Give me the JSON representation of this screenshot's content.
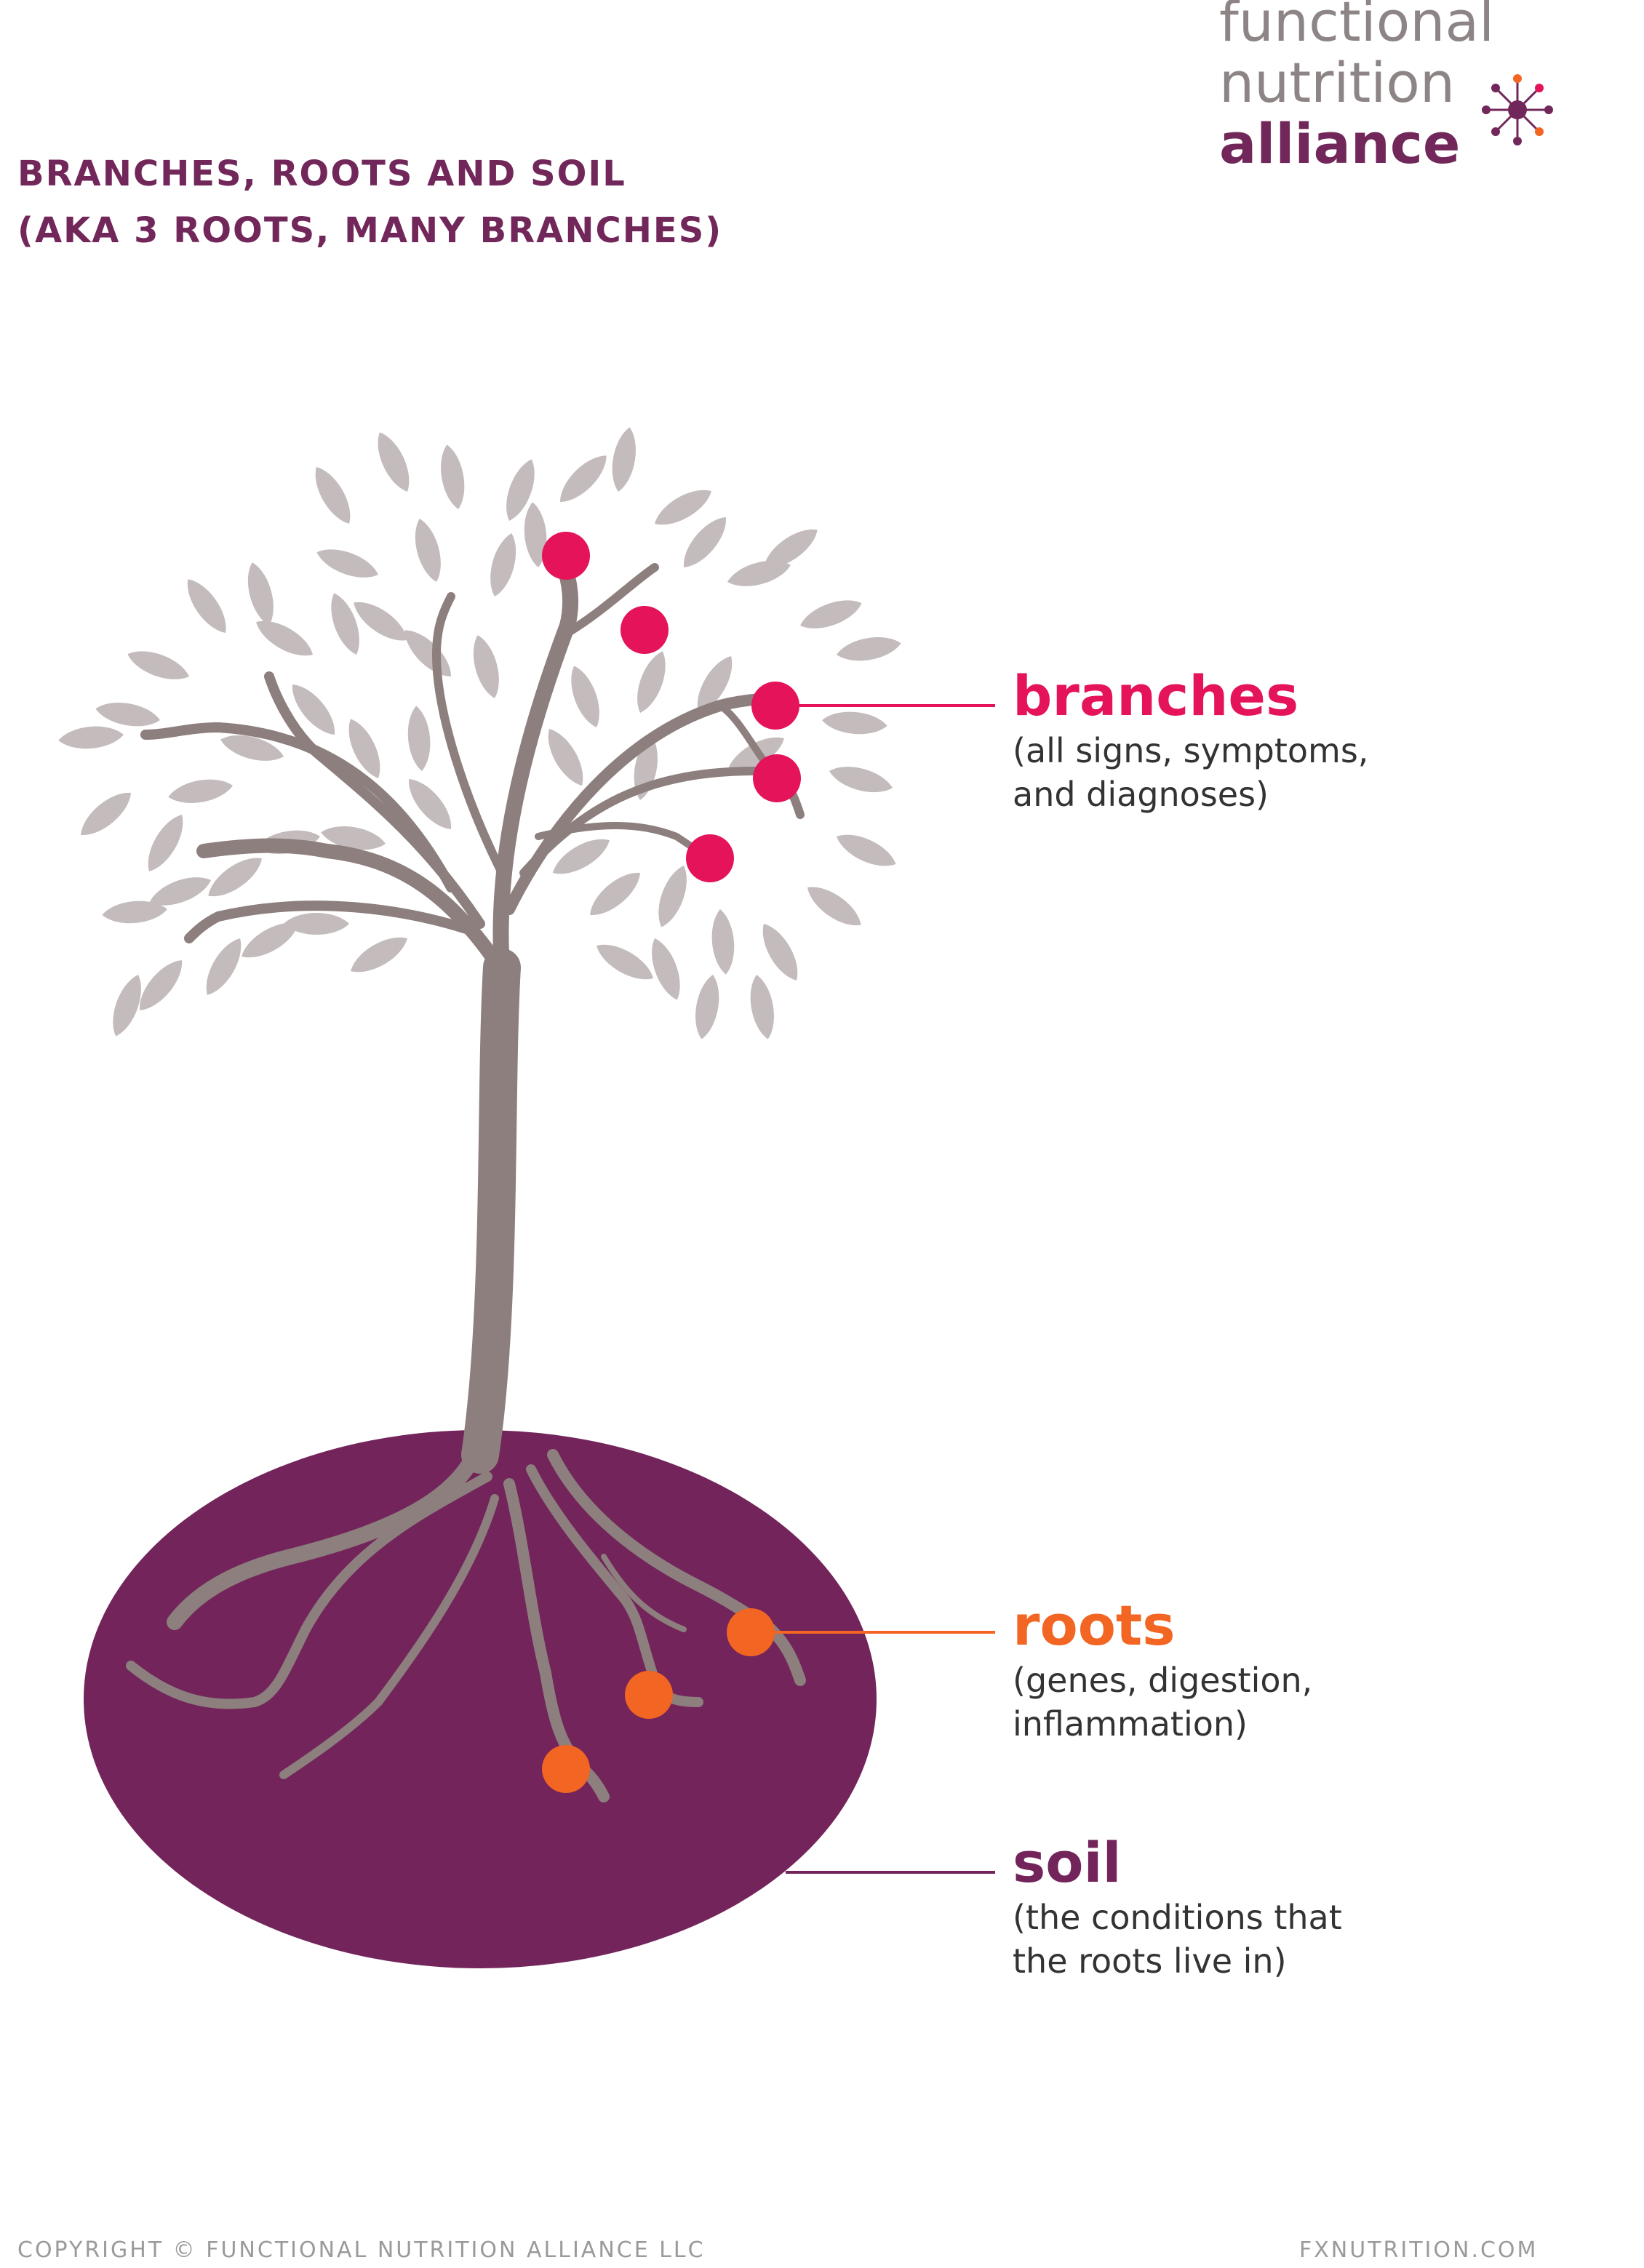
{
  "header": {
    "title_line1": "BRANCHES, ROOTS AND SOIL",
    "title_line2": "(AKA 3 ROOTS, MANY BRANCHES)"
  },
  "logo": {
    "line1": "functional",
    "line2": "nutrition",
    "line3": "alliance",
    "colors": {
      "grey": "#8d8585",
      "purple": "#72275a",
      "orange": "#f26522",
      "pink": "#e4135a"
    }
  },
  "diagram": {
    "colors": {
      "leaf": "#c4bcbc",
      "trunk": "#8c7f7d",
      "soil": "#72245b",
      "branch_marker": "#e4135a",
      "root_marker": "#f26522",
      "soil_line": "#72245b"
    },
    "labels": {
      "branches": {
        "heading": "branches",
        "description_line1": "(all signs, symptoms,",
        "description_line2": "and diagnoses)",
        "color": "#e4135a"
      },
      "roots": {
        "heading": "roots",
        "description_line1": "(genes, digestion,",
        "description_line2": "inflammation)",
        "color": "#f26522"
      },
      "soil": {
        "heading": "soil",
        "description_line1": "(the conditions that",
        "description_line2": "the roots live in)",
        "color": "#72245b"
      }
    }
  },
  "footer": {
    "copyright": "COPYRIGHT © FUNCTIONAL NUTRITION ALLIANCE LLC",
    "website": "FXNUTRITION.COM"
  }
}
